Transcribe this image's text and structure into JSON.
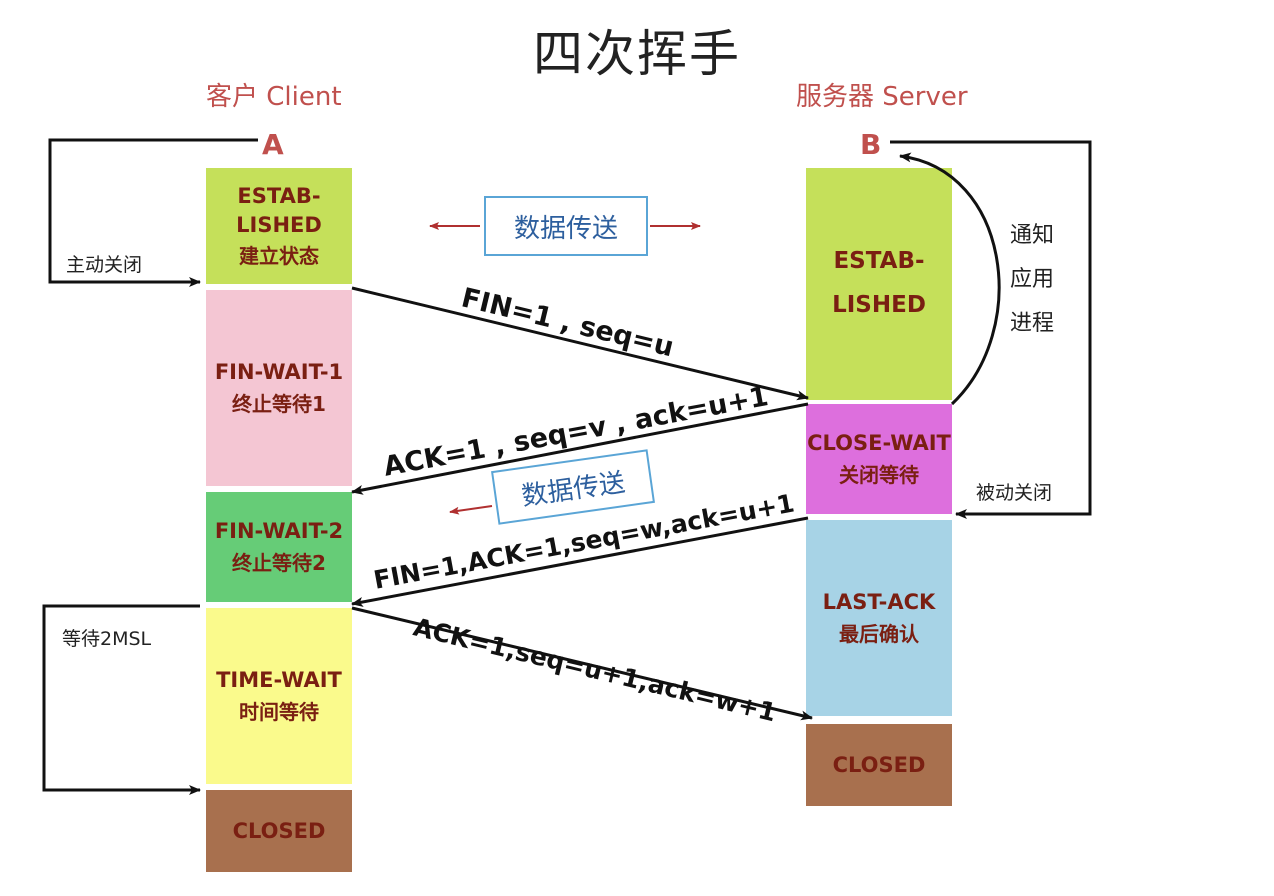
{
  "title": "四次挥手",
  "client": {
    "label": "客户 Client",
    "node": "A"
  },
  "server": {
    "label": "服务器 Server",
    "node": "B"
  },
  "client_states": [
    {
      "en": "ESTAB-\nLISHED",
      "zh": "建立状态",
      "color": "#c5e05a"
    },
    {
      "en": "FIN-WAIT-1",
      "zh": "终止等待1",
      "color": "#f4c6d3"
    },
    {
      "en": "FIN-WAIT-2",
      "zh": "终止等待2",
      "color": "#66cc77"
    },
    {
      "en": "TIME-WAIT",
      "zh": "时间等待",
      "color": "#fafa8c"
    },
    {
      "en": "CLOSED",
      "zh": "",
      "color": "#a8704e"
    }
  ],
  "server_states": [
    {
      "en": "ESTAB-\nLISHED",
      "zh": "",
      "color": "#c5e05a"
    },
    {
      "en": "CLOSE-WAIT",
      "zh": "关闭等待",
      "color": "#dd6fdd"
    },
    {
      "en": "LAST-ACK",
      "zh": "最后确认",
      "color": "#a7d3e6"
    },
    {
      "en": "CLOSED",
      "zh": "",
      "color": "#a8704e"
    }
  ],
  "labels": {
    "active_close": "主动关闭",
    "passive_close": "被动关闭",
    "wait_2msl": "等待2MSL",
    "notify_app": [
      "通",
      "知",
      "应",
      "用",
      "进",
      "程"
    ],
    "data_transfer_1": "数据传送",
    "data_transfer_2": "数据传送"
  },
  "messages": {
    "m1": "FIN=1 , seq=u",
    "m2": "ACK=1 , seq=v , ack=u+1",
    "m3": "FIN=1,ACK=1,seq=w,ack=u+1",
    "m4": "ACK=1,seq=u+1,ack=w+1"
  },
  "colors": {
    "arrow": "#111111",
    "data_arrow": "#b03030",
    "party_text": "#c0504d"
  }
}
